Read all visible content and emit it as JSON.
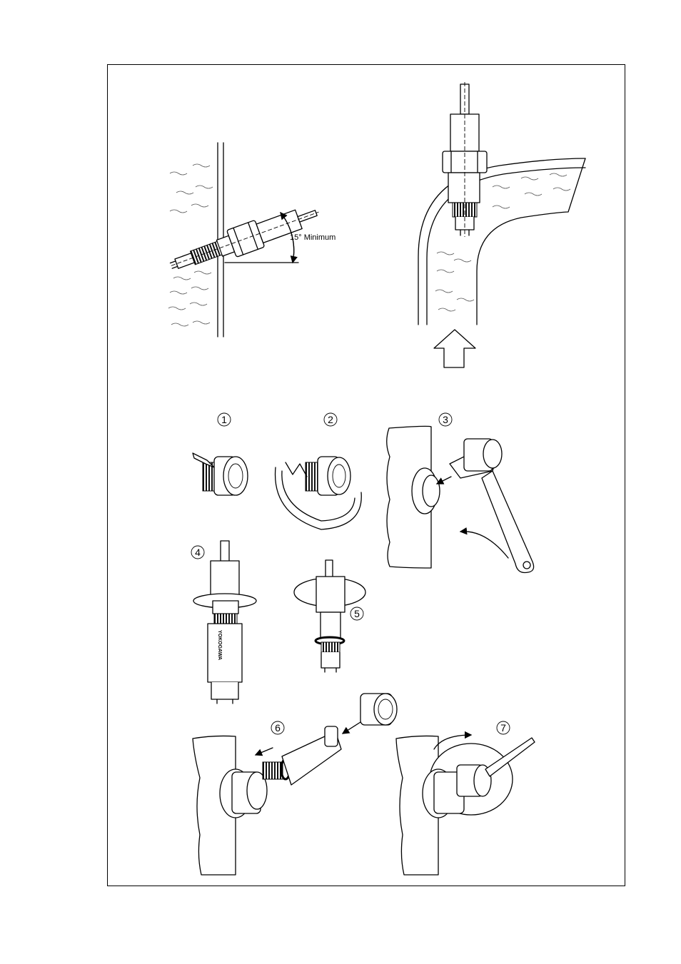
{
  "figure": {
    "angle_label": "15° Minimum",
    "steps": [
      "1",
      "2",
      "3",
      "4",
      "5",
      "6",
      "7"
    ],
    "sensor_logo_text": "YOKOGAWA"
  }
}
